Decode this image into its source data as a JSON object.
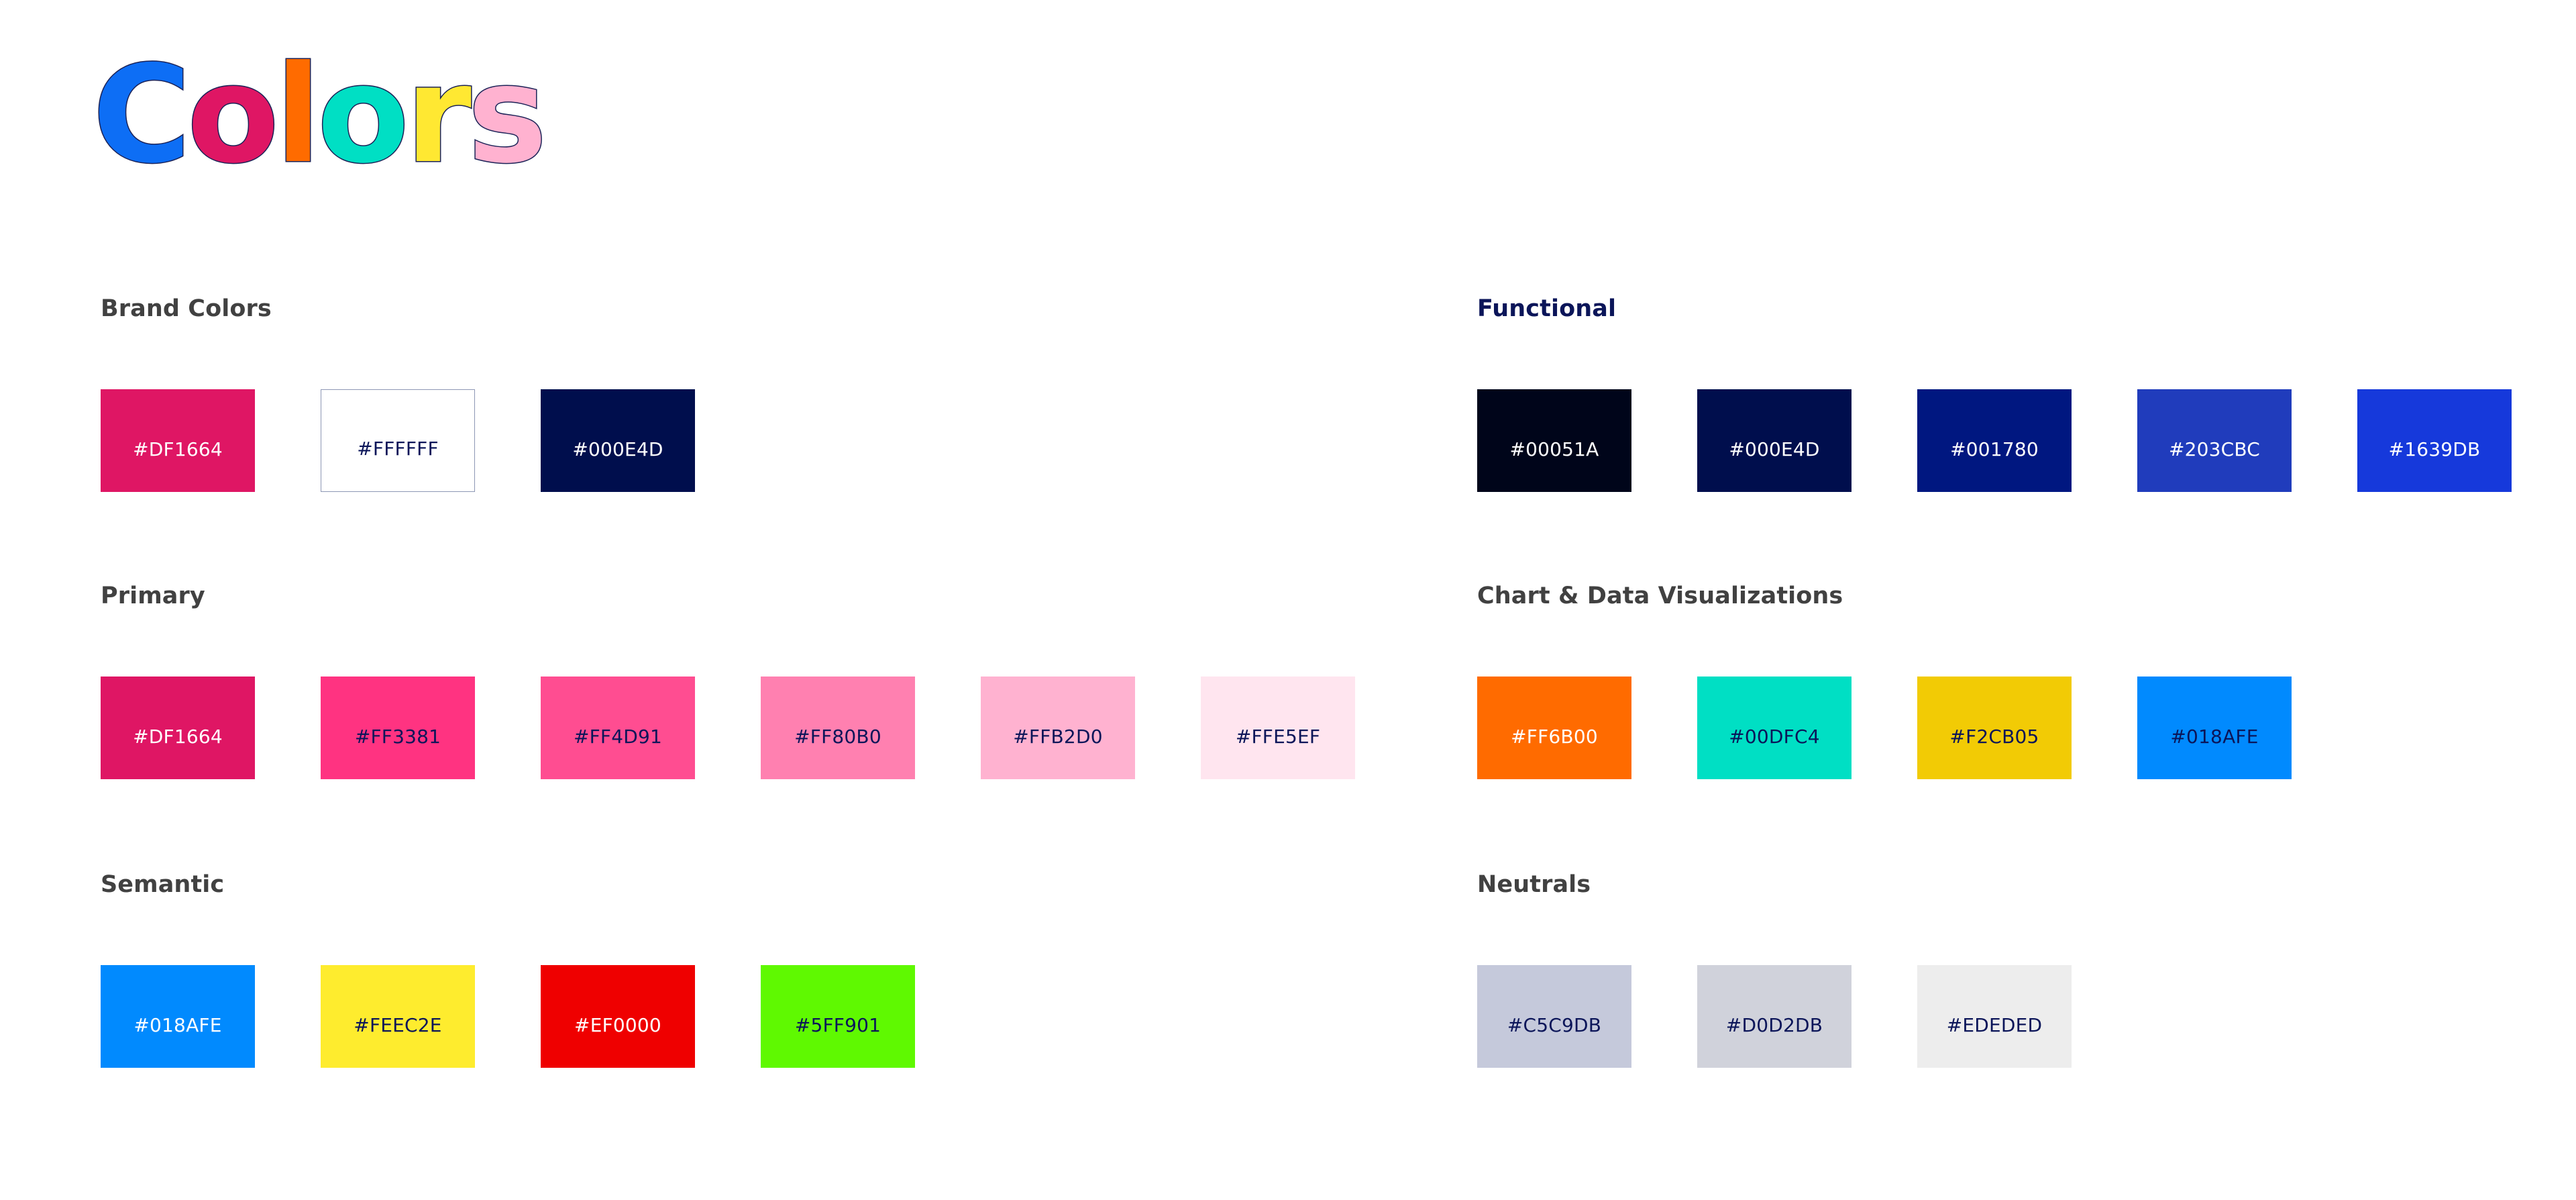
{
  "title": {
    "text": "Colors",
    "letters": [
      {
        "char": "C",
        "color": "#0D6EF5"
      },
      {
        "char": "o",
        "color": "#DF1664"
      },
      {
        "char": "l",
        "color": "#FF6B00"
      },
      {
        "char": "o",
        "color": "#00DFC4"
      },
      {
        "char": "r",
        "color": "#FFE832"
      },
      {
        "char": "s",
        "color": "#FFB2D0"
      }
    ],
    "outline_color": "#1B2257"
  },
  "page": {
    "background": "#FFFFFF",
    "heading_color": "#414141",
    "heading_accent_color": "#0B1559",
    "label_navy": "#0B1559",
    "label_white": "#FFFFFF",
    "swatch_border_color": "#8D97B5"
  },
  "sections": [
    {
      "id": "brand-colors",
      "title": "Brand Colors",
      "title_color": "#414141",
      "column": "left",
      "row": 1,
      "swatches": [
        {
          "hex": "#DF1664",
          "fill": "#DF1664",
          "text_color": "#FFFFFF",
          "bordered": false
        },
        {
          "hex": "#FFFFFF",
          "fill": "#FFFFFF",
          "text_color": "#0B1559",
          "bordered": true
        },
        {
          "hex": "#000E4D",
          "fill": "#000E4D",
          "text_color": "#FFFFFF",
          "bordered": false
        }
      ]
    },
    {
      "id": "functional",
      "title": "Functional",
      "title_color": "#0B1559",
      "column": "right",
      "row": 1,
      "swatches": [
        {
          "hex": "#00051A",
          "fill": "#00051A",
          "text_color": "#FFFFFF",
          "bordered": false
        },
        {
          "hex": "#000E4D",
          "fill": "#000E4D",
          "text_color": "#FFFFFF",
          "bordered": false
        },
        {
          "hex": "#001780",
          "fill": "#001780",
          "text_color": "#FFFFFF",
          "bordered": false
        },
        {
          "hex": "#203CBC",
          "fill": "#203CBC",
          "text_color": "#FFFFFF",
          "bordered": false
        },
        {
          "hex": "#1639DB",
          "fill": "#1639DB",
          "text_color": "#FFFFFF",
          "bordered": false
        }
      ]
    },
    {
      "id": "primary",
      "title": "Primary",
      "title_color": "#414141",
      "column": "left",
      "row": 2,
      "swatches": [
        {
          "hex": "#DF1664",
          "fill": "#DF1664",
          "text_color": "#FFFFFF",
          "bordered": false
        },
        {
          "hex": "#FF3381",
          "fill": "#FF3381",
          "text_color": "#0B1559",
          "bordered": false
        },
        {
          "hex": "#FF4D91",
          "fill": "#FF4D91",
          "text_color": "#0B1559",
          "bordered": false
        },
        {
          "hex": "#FF80B0",
          "fill": "#FF80B0",
          "text_color": "#0B1559",
          "bordered": false
        },
        {
          "hex": "#FFB2D0",
          "fill": "#FFB2D0",
          "text_color": "#0B1559",
          "bordered": false
        },
        {
          "hex": "#FFE5EF",
          "fill": "#FFE5EF",
          "text_color": "#0B1559",
          "bordered": false
        }
      ]
    },
    {
      "id": "chart-data-visualizations",
      "title": "Chart & Data Visualizations",
      "title_color": "#414141",
      "column": "right",
      "row": 2,
      "swatches": [
        {
          "hex": "#FF6B00",
          "fill": "#FF6B00",
          "text_color": "#FFFFFF",
          "bordered": false
        },
        {
          "hex": "#00DFC4",
          "fill": "#00DFC4",
          "text_color": "#0B1559",
          "bordered": false
        },
        {
          "hex": "#F2CB05",
          "fill": "#F2CB05",
          "text_color": "#0B1559",
          "bordered": false
        },
        {
          "hex": "#018AFE",
          "fill": "#018AFE",
          "text_color": "#0B1559",
          "bordered": false
        }
      ]
    },
    {
      "id": "semantic",
      "title": "Semantic",
      "title_color": "#414141",
      "column": "left",
      "row": 3,
      "swatches": [
        {
          "hex": "#018AFE",
          "fill": "#018AFE",
          "text_color": "#FFFFFF",
          "bordered": false
        },
        {
          "hex": "#FEEC2E",
          "fill": "#FEEC2E",
          "text_color": "#0B1559",
          "bordered": false
        },
        {
          "hex": "#EF0000",
          "fill": "#EF0000",
          "text_color": "#FFFFFF",
          "bordered": false
        },
        {
          "hex": "#5FF901",
          "fill": "#5FF901",
          "text_color": "#0B1559",
          "bordered": false
        }
      ]
    },
    {
      "id": "neutrals",
      "title": "Neutrals",
      "title_color": "#414141",
      "column": "right",
      "row": 3,
      "swatches": [
        {
          "hex": "#C5C9DB",
          "fill": "#C5C9DB",
          "text_color": "#0B1559",
          "bordered": false
        },
        {
          "hex": "#D0D2DB",
          "fill": "#D0D2DB",
          "text_color": "#0B1559",
          "bordered": false
        },
        {
          "hex": "#EDEDED",
          "fill": "#EDEDED",
          "text_color": "#0B1559",
          "bordered": false
        }
      ]
    }
  ]
}
